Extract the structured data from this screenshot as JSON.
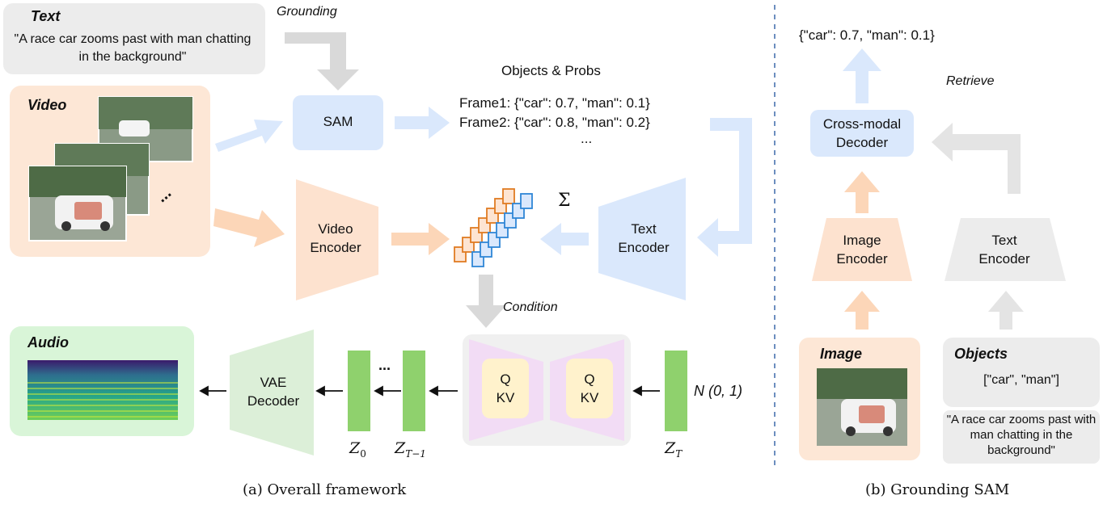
{
  "text_panel": {
    "title": "Text",
    "body": "\"A race car zooms past with man chatting in the background\""
  },
  "grounding_label": "Grounding",
  "video_panel": {
    "title": "Video"
  },
  "sam_label": "SAM",
  "objects_probs": {
    "title": "Objects & Probs",
    "frame1": "Frame1: {\"car\": 0.7, \"man\": 0.1}",
    "frame2": "Frame2: {\"car\": 0.8, \"man\": 0.2}",
    "more": "..."
  },
  "video_encoder": {
    "line1": "Video",
    "line2": "Encoder"
  },
  "text_encoder": {
    "line1": "Text",
    "line2": "Encoder"
  },
  "sigma": "Σ",
  "condition_label": "Condition",
  "audio_panel": {
    "title": "Audio"
  },
  "vae_decoder": {
    "line1": "VAE",
    "line2": "Decoder"
  },
  "unet": {
    "left": {
      "q": "Q",
      "kv": "KV"
    },
    "right": {
      "q": "Q",
      "kv": "KV"
    }
  },
  "latents": {
    "z0_base": "Z",
    "z0_sub": "0",
    "zt1_base": "Z",
    "zt1_sub": "T−1",
    "zt_base": "Z",
    "zt_sub": "T",
    "ellipsis": "..."
  },
  "noise_label": "N (0, 1)",
  "caption_a": "(a) Overall framework",
  "right": {
    "output": "{\"car\": 0.7, \"man\": 0.1}",
    "retrieve_label": "Retrieve",
    "cross_modal": {
      "line1": "Cross-modal",
      "line2": "Decoder"
    },
    "image_encoder": {
      "line1": "Image",
      "line2": "Encoder"
    },
    "text_encoder": {
      "line1": "Text",
      "line2": "Encoder"
    },
    "image_panel": {
      "title": "Image"
    },
    "objects_panel": {
      "title": "Objects",
      "list": "[\"car\", \"man\"]"
    },
    "caption_text": "\"A race car zooms past with man chatting in the background\""
  },
  "caption_b": "(b) Grounding SAM",
  "colors": {
    "blue": "#dae8fc",
    "orange": "#fde4d2",
    "green_panel": "#d9f5d8",
    "latent": "#8fd16d",
    "gray": "#d9d9d9",
    "purple": "#f2dcf5",
    "yellow": "#fff2cc"
  }
}
